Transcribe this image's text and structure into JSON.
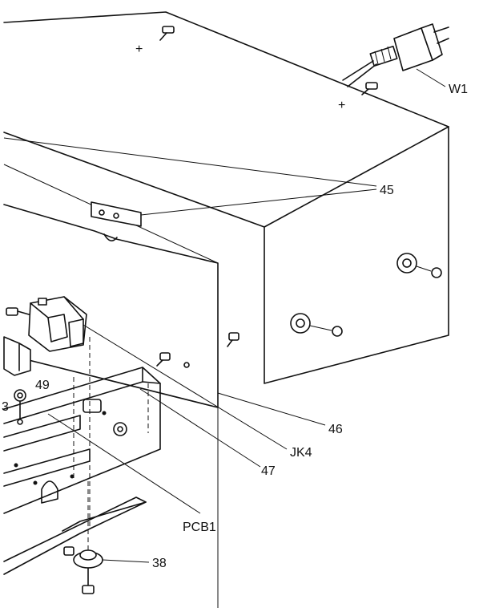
{
  "labels": {
    "w1": "W1",
    "p45": "45",
    "p49": "49",
    "p3": "3",
    "p46": "46",
    "jk4": "JK4",
    "p47": "47",
    "pcb1": "PCB1",
    "p38": "38"
  }
}
